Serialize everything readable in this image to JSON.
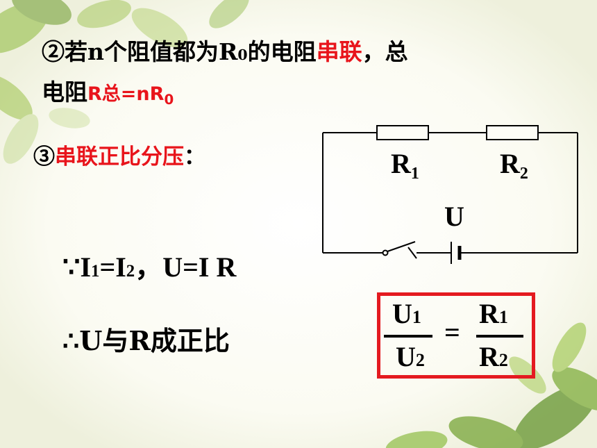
{
  "slide": {
    "line1": {
      "prefix": "②若n个阻值都为R",
      "sub": "0",
      "mid": "的电阻",
      "highlight": "串联",
      "suffix": "，总"
    },
    "line2": {
      "text": "电阻",
      "highlight": "R总=nR",
      "highlight_sub": "0"
    },
    "line3": {
      "marker": "③",
      "highlight": "串联正比分压",
      "suffix": "："
    },
    "line4": {
      "because": "∵",
      "i1": "I",
      "i1_sub": "1",
      "eq1": "=I",
      "i2_sub": "2",
      "rest": "，U=I R"
    },
    "line5": {
      "therefore": "∴",
      "text": "U与R成正比"
    }
  },
  "circuit": {
    "labels": {
      "r1": "R",
      "r1_sub": "1",
      "r2": "R",
      "r2_sub": "2",
      "u": "U"
    }
  },
  "formula": {
    "num_left": "U",
    "num_left_sub": "1",
    "den_left": "U",
    "den_left_sub": "2",
    "equals": "=",
    "num_right": "R",
    "num_right_sub": "1",
    "den_right": "R",
    "den_right_sub": "2"
  },
  "colors": {
    "highlight": "#e8141b",
    "box_border": "#e41a20",
    "leaf": "#7fb43a"
  }
}
